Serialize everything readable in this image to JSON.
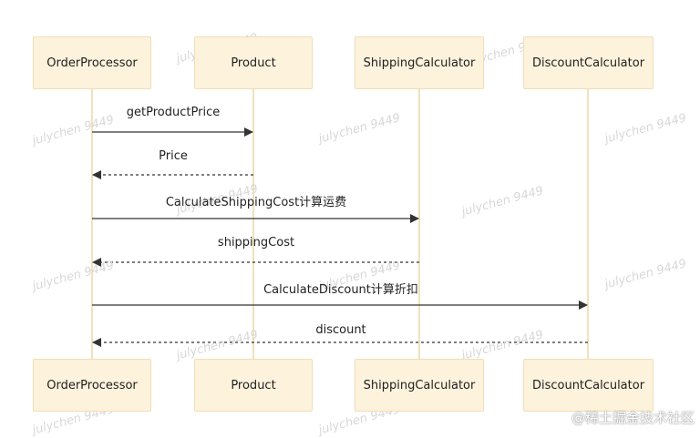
{
  "participants": [
    {
      "id": "order",
      "label": "OrderProcessor"
    },
    {
      "id": "product",
      "label": "Product"
    },
    {
      "id": "shipping",
      "label": "ShippingCalculator"
    },
    {
      "id": "discount",
      "label": "DiscountCalculator"
    }
  ],
  "messages": [
    {
      "from": "order",
      "to": "product",
      "label": "getProductPrice",
      "style": "solid"
    },
    {
      "from": "product",
      "to": "order",
      "label": "Price",
      "style": "dashed"
    },
    {
      "from": "order",
      "to": "shipping",
      "label": "CalculateShippingCost计算运费",
      "style": "solid"
    },
    {
      "from": "shipping",
      "to": "order",
      "label": "shippingCost",
      "style": "dashed"
    },
    {
      "from": "order",
      "to": "discount",
      "label": "CalculateDiscount计算折扣",
      "style": "solid"
    },
    {
      "from": "discount",
      "to": "order",
      "label": "discount",
      "style": "dashed"
    }
  ],
  "watermark": "julychen 9449",
  "credit": "@稀土掘金技术社区",
  "colors": {
    "actor_fill": "#fdf2dc",
    "actor_border": "#f0deb4",
    "lifeline": "#e6cf8e",
    "arrow": "#333333"
  }
}
